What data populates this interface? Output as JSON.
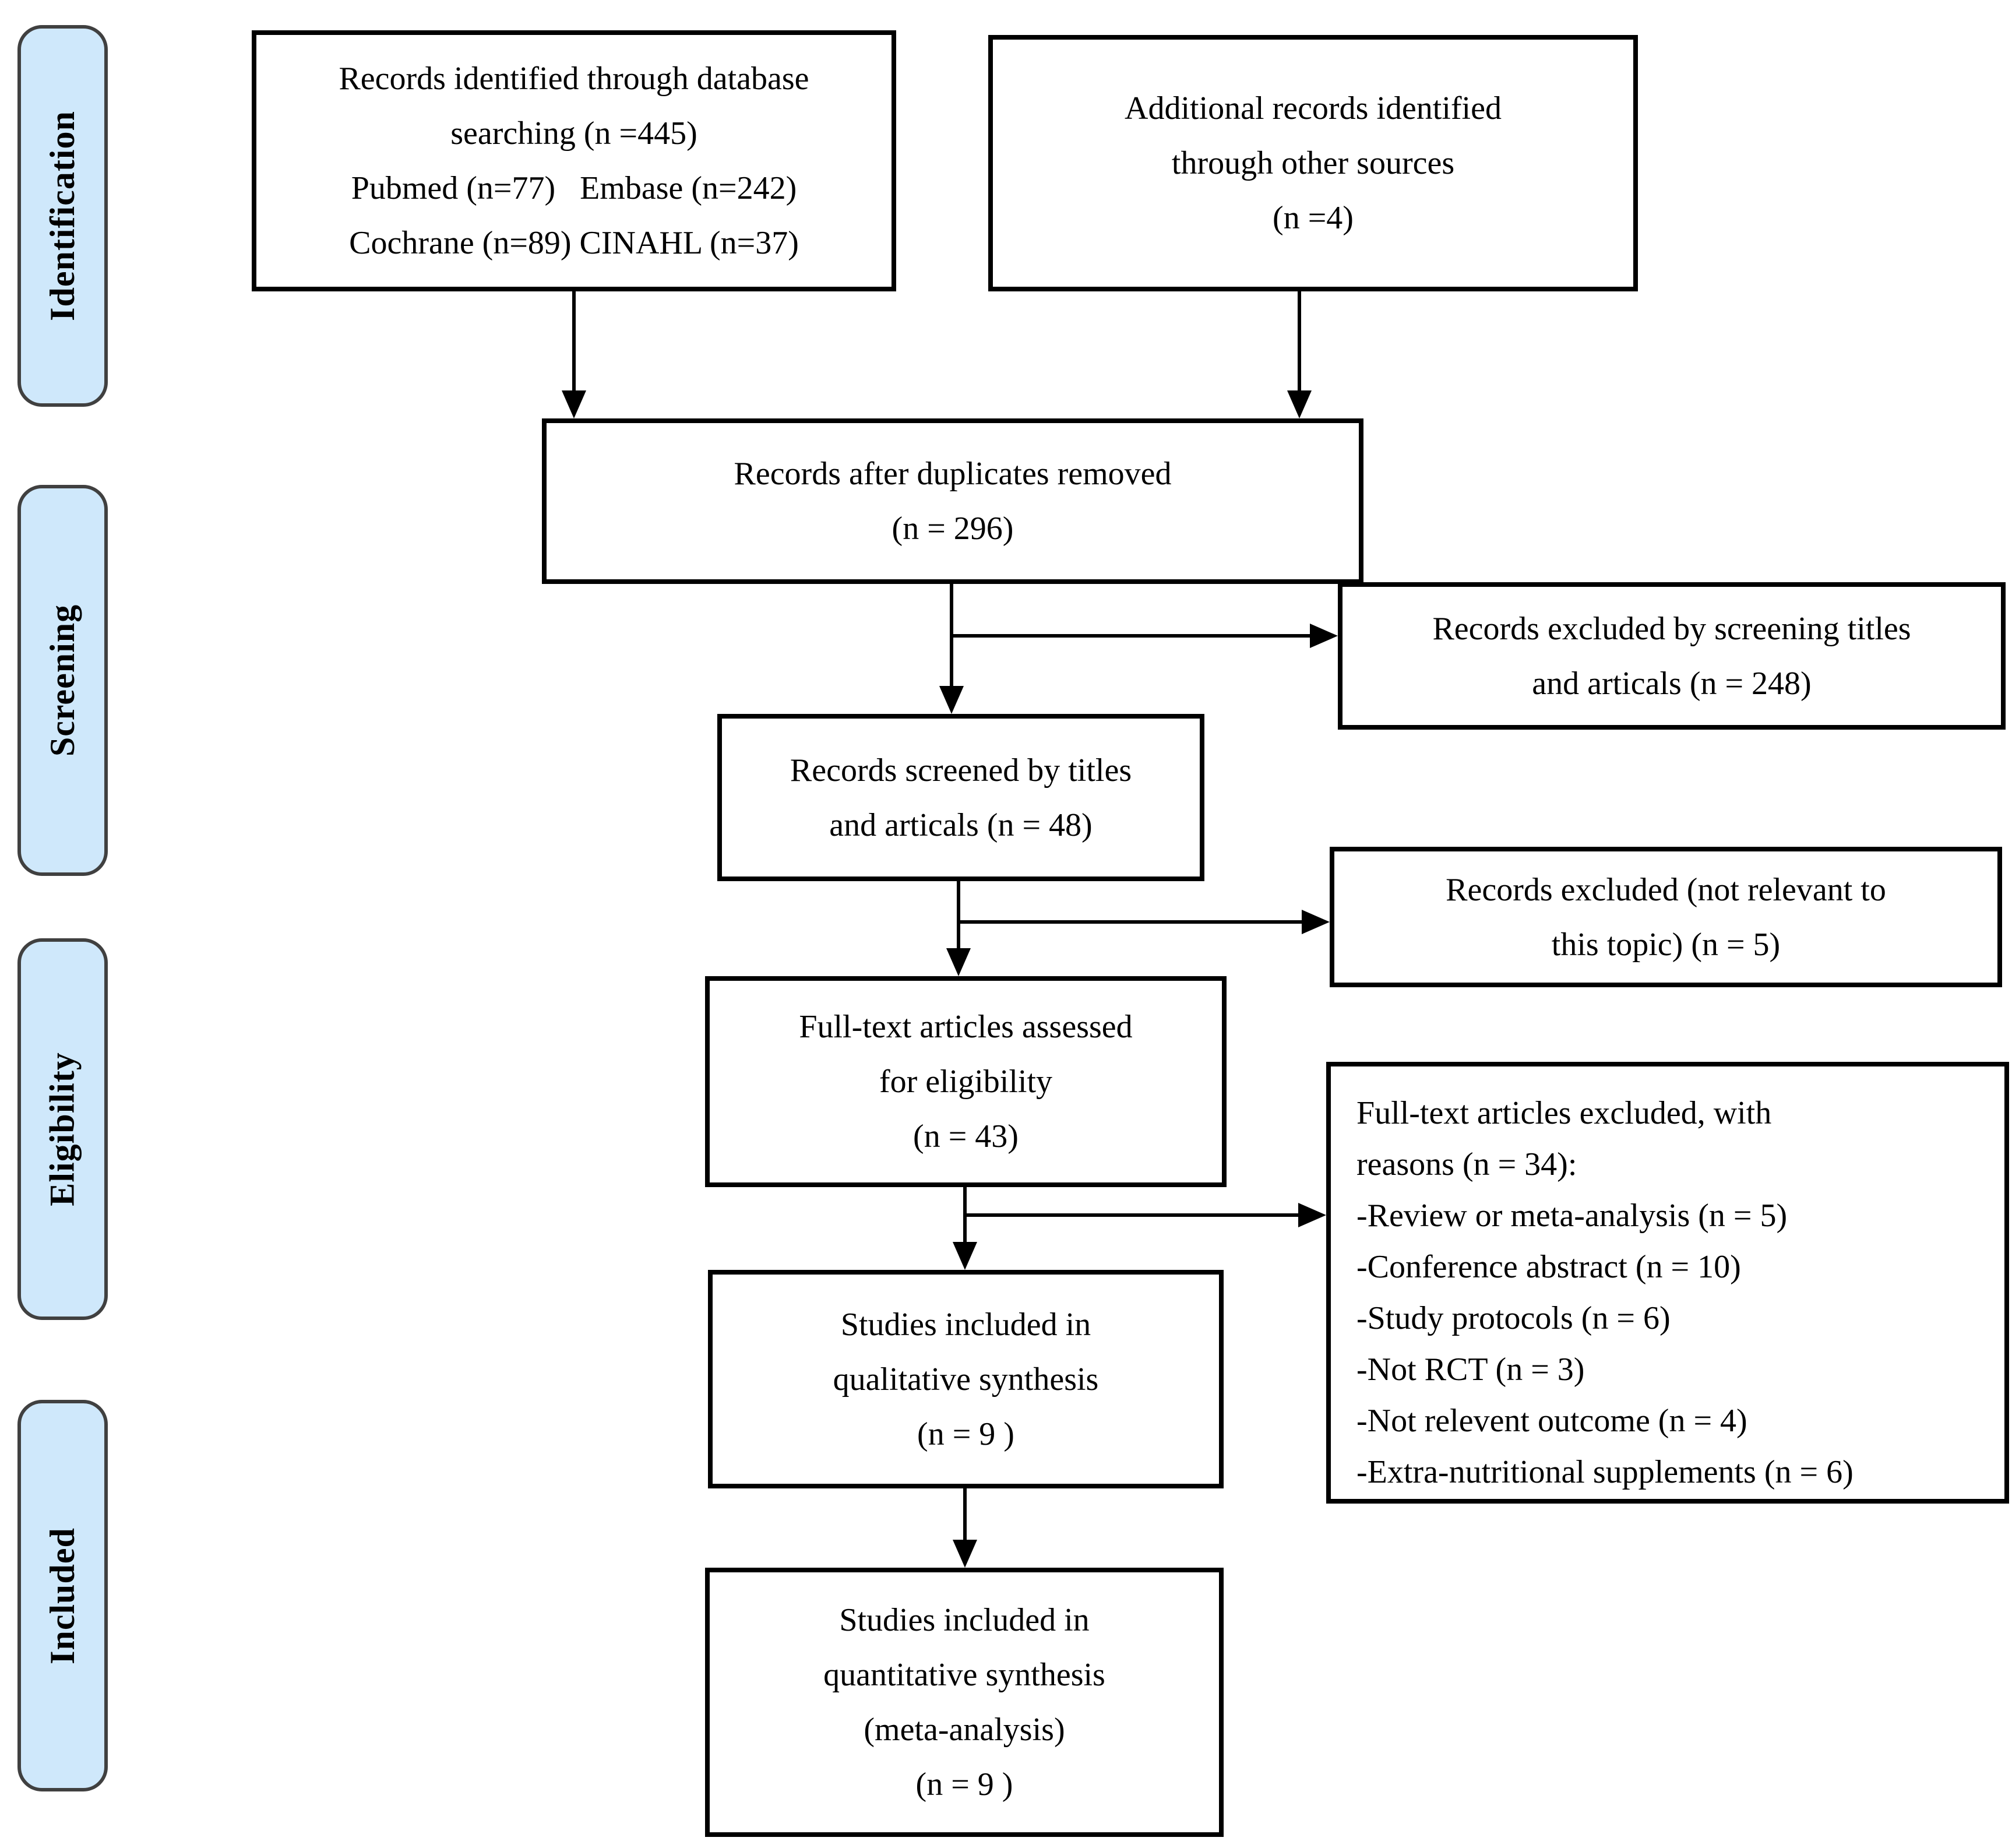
{
  "colors": {
    "stage_fill": "#cfe8fb",
    "stage_border": "#404040",
    "box_background": "#ffffff",
    "box_border": "#000000",
    "arrow": "#000000",
    "text": "#000000"
  },
  "stages": {
    "identification": "Identification",
    "screening": "Screening",
    "eligibility": "Eligibility",
    "included": "Included"
  },
  "boxes": {
    "identified": {
      "lines": [
        "Records identified through database",
        "searching (n =445)",
        "Pubmed (n=77)   Embase (n=242)",
        "Cochrane (n=89) CINAHL (n=37)"
      ]
    },
    "additional": {
      "lines": [
        "Additional records identified",
        "through other sources",
        "(n =4)"
      ]
    },
    "duplicates_removed": {
      "lines": [
        "Records after duplicates removed",
        "(n = 296)"
      ]
    },
    "excluded_screening": {
      "lines": [
        "Records excluded by screening titles",
        "and articals (n = 248)"
      ]
    },
    "screened": {
      "lines": [
        "Records screened by titles",
        "and articals (n = 48)"
      ]
    },
    "excluded_not_relevant": {
      "lines": [
        "Records excluded (not relevant to",
        "this topic) (n = 5)"
      ]
    },
    "fulltext_assessed": {
      "lines": [
        "Full-text articles assessed",
        "for eligibility",
        "(n = 43)"
      ]
    },
    "fulltext_excluded": {
      "lines": [
        "Full-text articles excluded, with",
        "reasons (n = 34):",
        "-Review or meta-analysis (n = 5)",
        "-Conference abstract (n = 10)",
        "-Study protocols (n = 6)",
        "-Not RCT (n = 3)",
        "-Not relevent outcome (n = 4)",
        "-Extra-nutritional supplements (n = 6)"
      ]
    },
    "qualitative": {
      "lines": [
        "Studies included in",
        "qualitative synthesis",
        "(n = 9 )"
      ]
    },
    "quantitative": {
      "lines": [
        "Studies included in",
        "quantitative synthesis",
        "(meta-analysis)",
        "(n = 9 )"
      ]
    }
  }
}
